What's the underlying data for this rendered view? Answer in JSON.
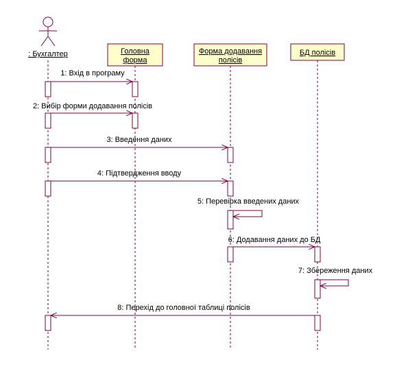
{
  "colors": {
    "line": "#800040",
    "box_fill": "#ffffcc",
    "activation_fill": "#ffffff",
    "text": "#000000"
  },
  "actor": {
    "label": ": Бухгалтер",
    "icon": "stick-figure-actor-icon"
  },
  "objects": [
    {
      "id": "main",
      "label_lines": [
        "Головна",
        "форма"
      ]
    },
    {
      "id": "form",
      "label_lines": [
        "Форма додавання",
        "полісів"
      ]
    },
    {
      "id": "db",
      "label_lines": [
        "БД полісів"
      ]
    }
  ],
  "messages": [
    {
      "label": "1: Вхід в програму"
    },
    {
      "label": "2: Вибір форми додавання полісів"
    },
    {
      "label": "3: Введення даних"
    },
    {
      "label": "4: Підтвердження вводу"
    },
    {
      "label": "5: Перевірка введених даних"
    },
    {
      "label": "6: Додавання даних до БД"
    },
    {
      "label": "7: Збереження даних"
    },
    {
      "label": "8: Перехід до головної таблиці полісів"
    }
  ]
}
